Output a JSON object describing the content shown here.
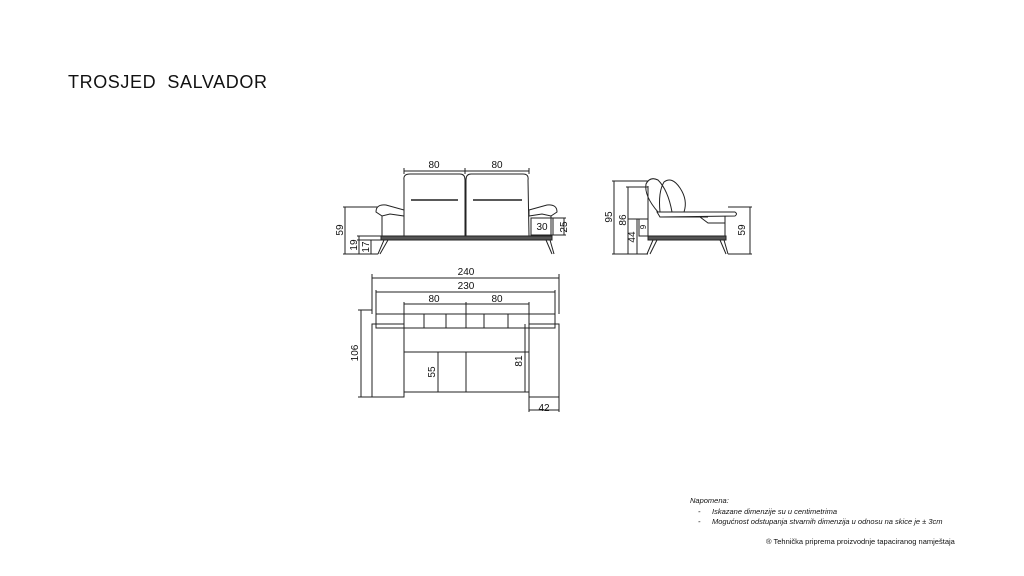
{
  "title": "TROSJED  SALVADOR",
  "front": {
    "seat_w_left": "80",
    "seat_w_right": "80",
    "height": "59",
    "leg_h": "19",
    "seat_base_h": "17",
    "arm_w": "30",
    "arm_h": "25"
  },
  "side": {
    "h_total": "95",
    "h_back": "86",
    "h_seat": "44",
    "h_leg": "9",
    "h_arm": "59"
  },
  "top": {
    "width_total": "240",
    "width_inner": "230",
    "seat_w_left": "80",
    "seat_w_right": "80",
    "depth": "106",
    "seat_depth": "55",
    "depth_inner": "81",
    "arm_w": "42"
  },
  "notes": {
    "heading": "Napomena:",
    "items": [
      "Iskazane dimenzije su u centimetrima",
      "Mogućnost odstupanja stvarnih dimenzija u odnosu na skice  je ± 3cm"
    ]
  },
  "footer": "®  Tehnička priprema proizvodnje tapaciranog namještaja"
}
